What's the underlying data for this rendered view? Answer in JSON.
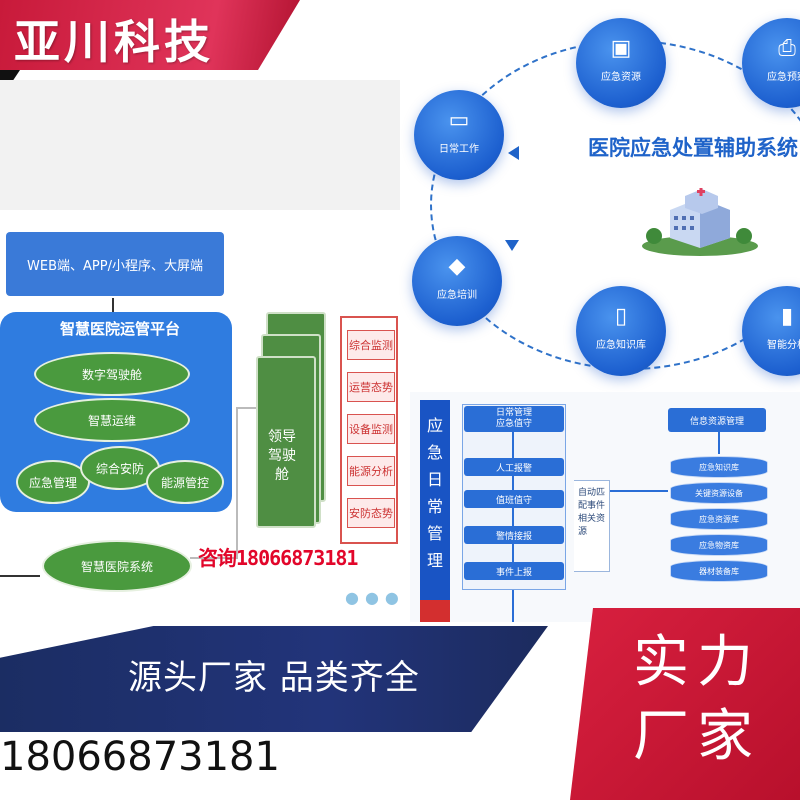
{
  "brand": {
    "name": "亚川科技"
  },
  "left_diagram": {
    "web_box": "WEB端、APP/小程序、大屏端",
    "platform_title": "智慧医院运管平台",
    "modules": [
      "数字驾驶舱",
      "智慧运维",
      "应急管理",
      "综合安防",
      "能源管控"
    ],
    "system": "智慧医院系统",
    "cockpit": "领导驾驶舱",
    "monitors": [
      "综合监测",
      "运营态势",
      "设备监测",
      "能源分析",
      "安防态势"
    ]
  },
  "consult": "咨询18066873181",
  "right_diagram": {
    "title": "医院应急处置辅助系统",
    "nodes": [
      {
        "label": "日常工作",
        "icon": "monitor-icon",
        "glyph": "▭"
      },
      {
        "label": "应急资源",
        "icon": "box-icon",
        "glyph": "▣"
      },
      {
        "label": "应急预案",
        "icon": "document-alert-icon",
        "glyph": "⎙"
      },
      {
        "label": "应急培训",
        "icon": "graduation-cap-icon",
        "glyph": "◆"
      },
      {
        "label": "应急知识库",
        "icon": "book-icon",
        "glyph": "▯"
      },
      {
        "label": "智能分析",
        "icon": "bar-chart-icon",
        "glyph": "▮"
      }
    ]
  },
  "flow": {
    "vertical_title": "应急日常管理",
    "head_lines": [
      "日常管理",
      "应急值守"
    ],
    "steps": [
      "人工报警",
      "值班值守",
      "警情接报",
      "事件上报"
    ],
    "bracket_text": "自动匹配事件相关资源",
    "info_title": "信息资源管理",
    "resources": [
      "应急知识库",
      "关键资源设备",
      "应急资源库",
      "应急物资库",
      "器材装备库"
    ]
  },
  "promo": {
    "slogan": "源头厂家  品类齐全",
    "phone": "18066873181",
    "strength": "实力厂家"
  },
  "colors": {
    "brand_red": "#d8203f",
    "primary_blue": "#2f7ce0",
    "module_green": "#4a9a3e",
    "navy": "#1b2d63"
  }
}
